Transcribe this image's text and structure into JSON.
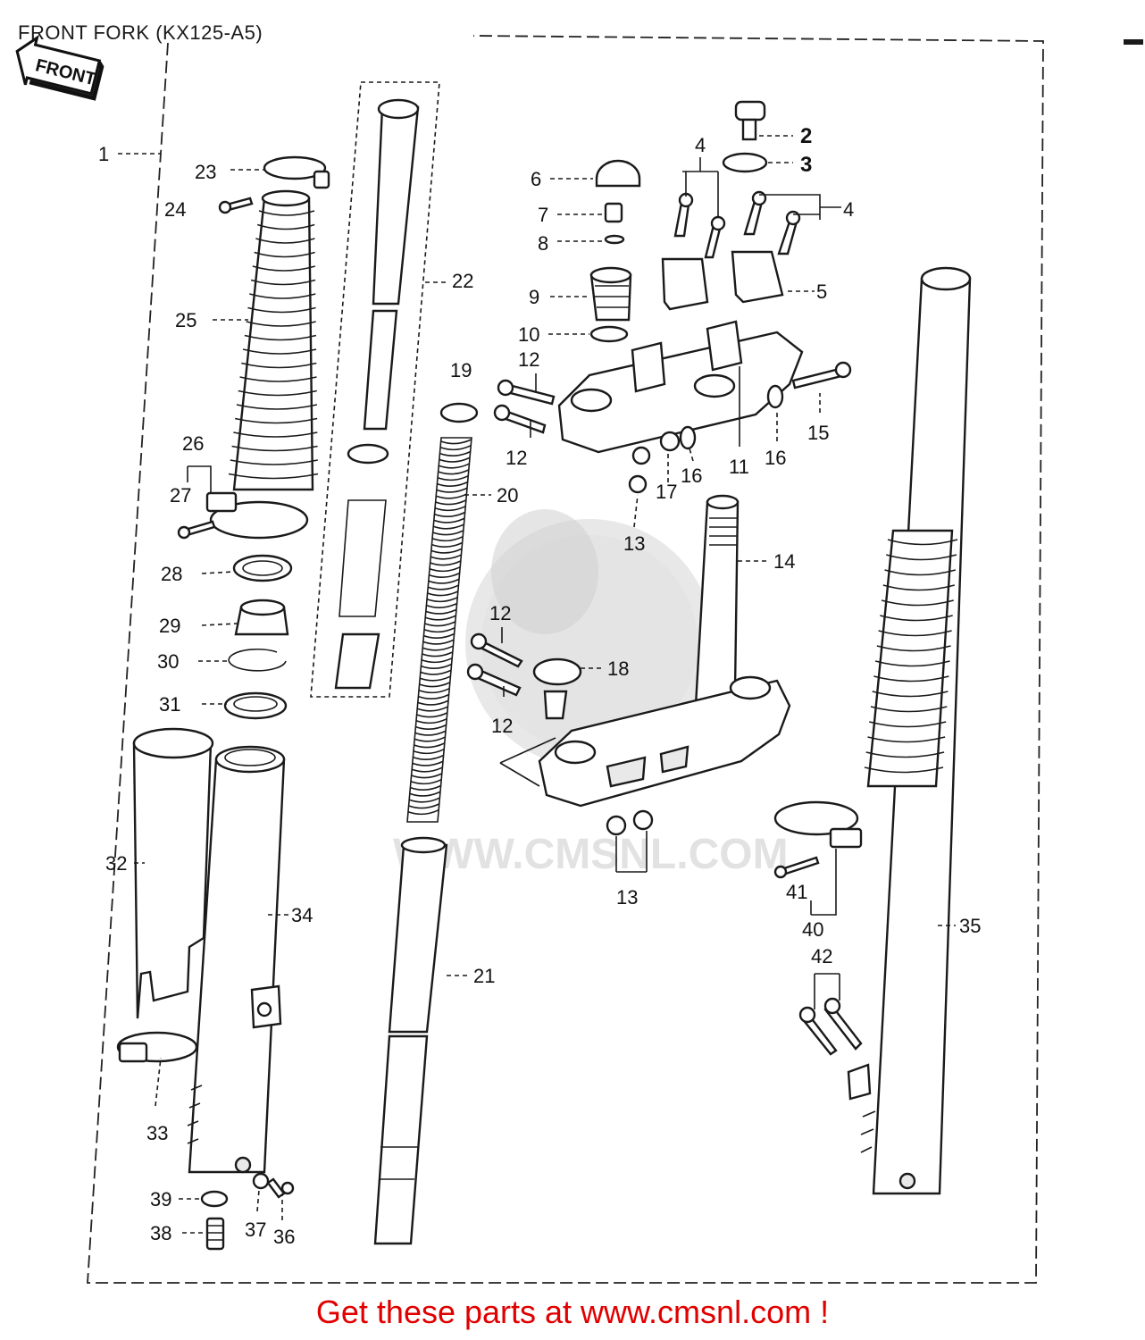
{
  "header": {
    "title": "FRONT FORK (KX125-A5)"
  },
  "front_arrow": {
    "label": "FRONT"
  },
  "watermark": {
    "text": "WWW.CMSNL.COM"
  },
  "callouts": [
    "1",
    "2",
    "3",
    "4",
    "4",
    "5",
    "6",
    "7",
    "8",
    "9",
    "10",
    "11",
    "12",
    "12",
    "12",
    "12",
    "13",
    "13",
    "13",
    "14",
    "15",
    "16",
    "16",
    "17",
    "18",
    "19",
    "20",
    "21",
    "22",
    "23",
    "24",
    "25",
    "26",
    "27",
    "28",
    "29",
    "30",
    "31",
    "32",
    "33",
    "34",
    "35",
    "36",
    "37",
    "38",
    "39",
    "40",
    "41",
    "42"
  ],
  "footer": {
    "link_text": "Get these parts at www.cmsnl.com !"
  },
  "colors": {
    "link": "#e00000",
    "ink": "#1a1a1a"
  }
}
